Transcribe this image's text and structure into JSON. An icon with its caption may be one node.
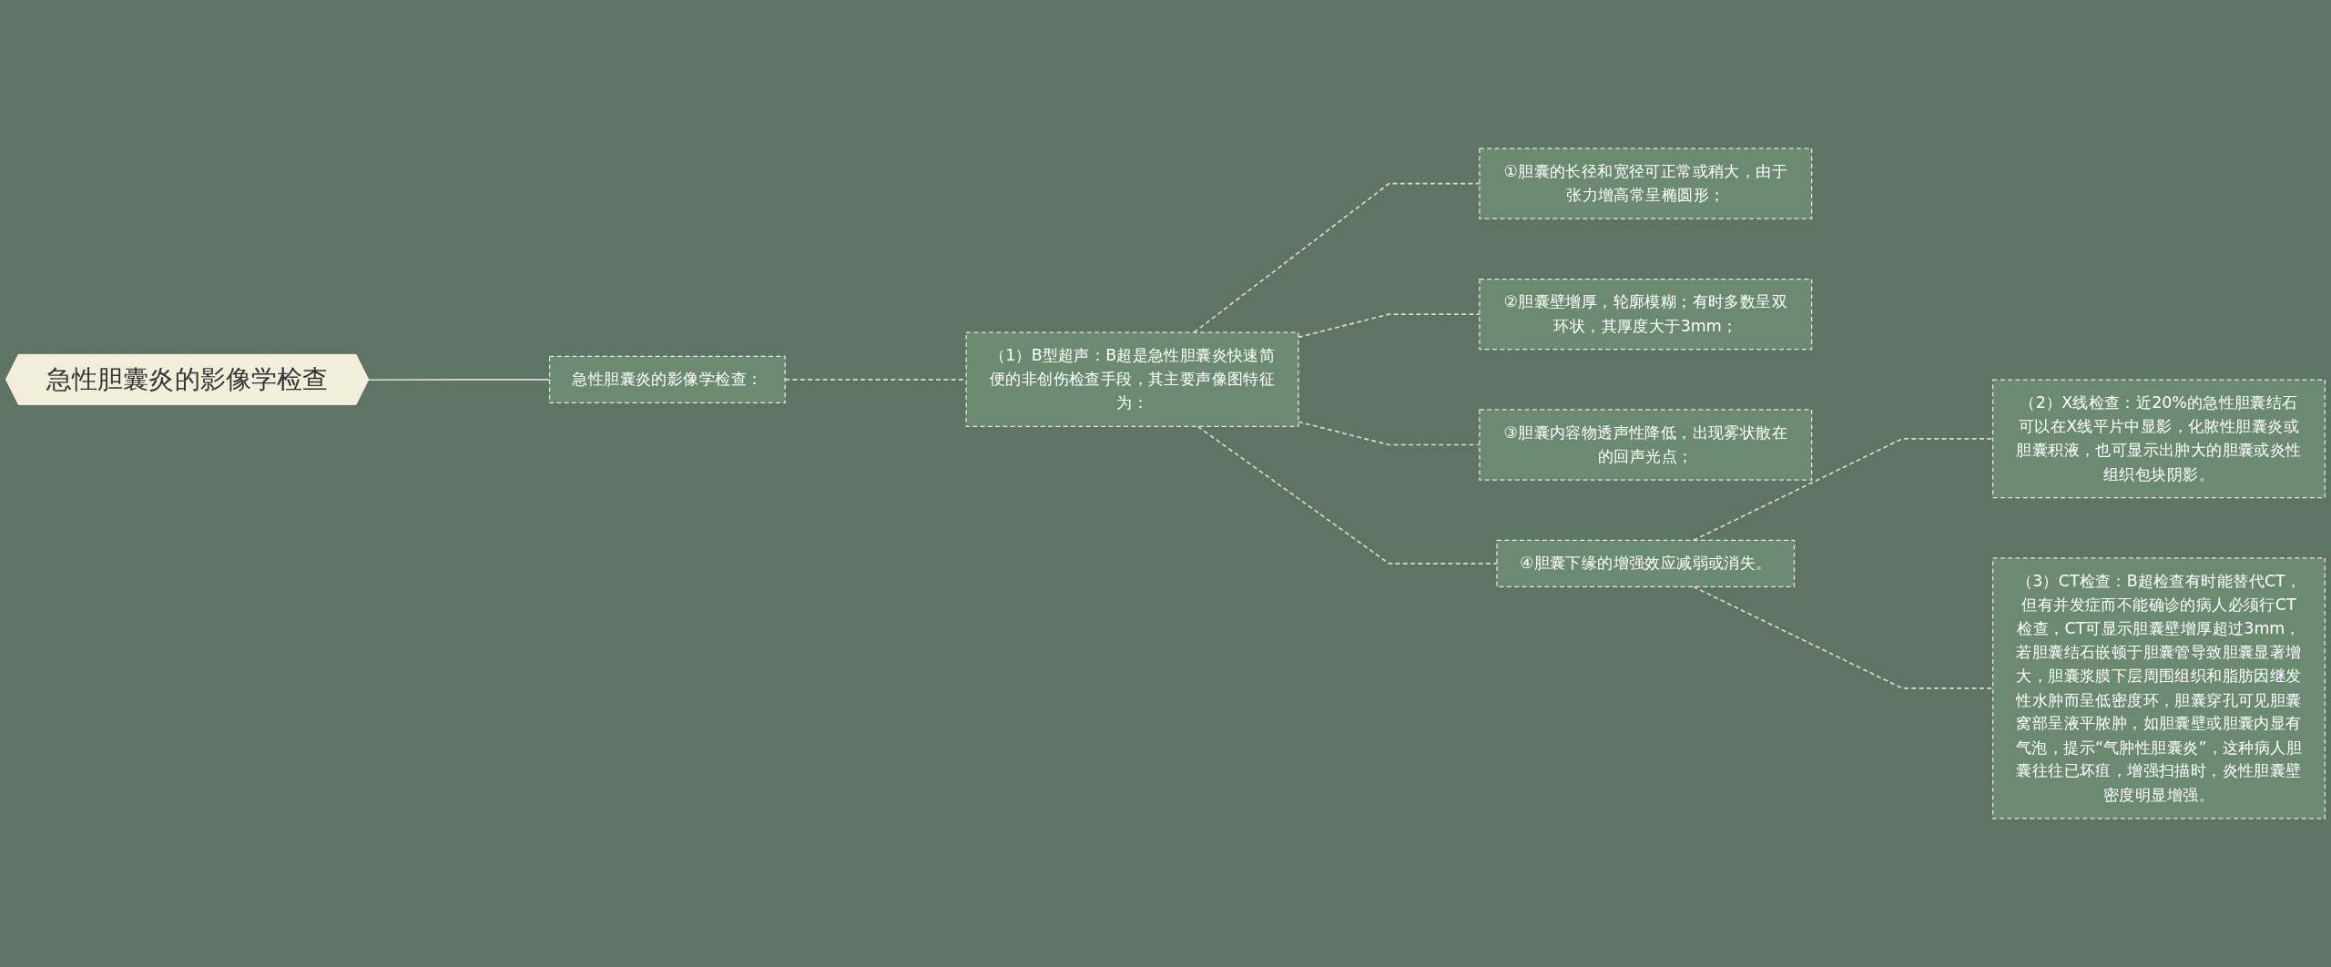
{
  "diagram": {
    "nodes": [
      {
        "text": [
          "急性胆囊炎的影像学检查"
        ]
      },
      {
        "text": [
          "急性胆囊炎的影像学检查："
        ]
      },
      {
        "text": [
          "（1）B型超声：B超是急性胆囊炎快速简便的非创伤检查手段，其主要声像图特征为："
        ]
      },
      {
        "text": [
          "①胆囊的长径和宽径可正常或稍大，由于张力增高常呈椭圆形；"
        ]
      },
      {
        "text": [
          "②胆囊壁增厚，轮廓模糊；有时多数呈双环状，其厚度大于3mm；"
        ]
      },
      {
        "text": [
          "③胆囊内容物透声性降低，出现雾状散在的回声光点；"
        ]
      },
      {
        "text": [
          "④胆囊下缘的增强效应减弱或消失。"
        ]
      },
      {
        "text": [
          "（2）X线检查：近20%的急性胆囊结石可以在X线平片中显影，化脓性胆囊炎或胆囊积液，也可显示出肿大的胆囊或炎性组织包块阴影。"
        ]
      },
      {
        "text": [
          "（3）CT检查：B超检查有时能替代CT，但有并发症而不能确诊的病人必须行CT检查，CT可显示胆囊壁增厚超过3mm，若胆囊结石嵌顿于胆囊管导致胆囊显著增大，胆囊浆膜下层周围组织和脂肪因继发性水肿而呈低密度环，胆囊穿孔可见胆囊窝部呈液平脓肿，如胆囊壁或胆囊内显有气泡，提示“气肿性胆囊炎”，这种病人胆囊往往已坏疽，增强扫描时，炎性胆囊壁密度明显增强。"
        ]
      }
    ],
    "edges": [
      {
        "from": 0,
        "to": 1,
        "arrow": "none"
      },
      {
        "from": 1,
        "to": 2,
        "arrow": "none",
        "style": "dashed"
      },
      {
        "from": 2,
        "to": 3,
        "arrow": "none",
        "style": "dashed"
      },
      {
        "from": 2,
        "to": 4,
        "arrow": "none",
        "style": "dashed"
      },
      {
        "from": 2,
        "to": 5,
        "arrow": "none",
        "style": "dashed"
      },
      {
        "from": 2,
        "to": 6,
        "arrow": "none",
        "style": "dashed"
      },
      {
        "from": 6,
        "to": 7,
        "arrow": "none",
        "style": "dashed"
      },
      {
        "from": 6,
        "to": 8,
        "arrow": "none",
        "style": "dashed"
      }
    ]
  }
}
